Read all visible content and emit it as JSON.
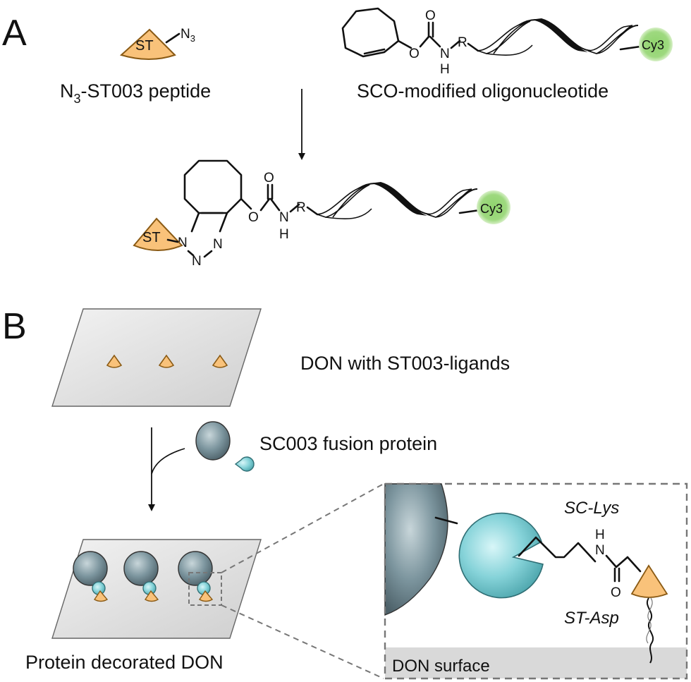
{
  "panel_a": {
    "letter": "A",
    "st_label": "ST",
    "azide": "N",
    "azide_sub": "3",
    "peptide_pre": "N",
    "peptide_sub": "3",
    "peptide_post": "-ST003 peptide",
    "oligo_caption": "SCO-modified oligonucleotide",
    "atom_o": "O",
    "atom_n": "N",
    "atom_h": "H",
    "atom_r": "R",
    "cy3": "Cy3"
  },
  "panel_b": {
    "letter": "B",
    "don_ligands": "DON with ST003-ligands",
    "fusion_protein": "SC003 fusion protein",
    "decorated": "Protein decorated DON",
    "sc_lys": "SC-Lys",
    "st_asp": "ST-Asp",
    "don_surface": "DON surface",
    "atom_n": "N",
    "atom_h": "H",
    "atom_o": "O"
  },
  "colors": {
    "peptide": "#f9c27a",
    "peptide_stroke": "#8a5a14",
    "dye": "#8fd36d",
    "protein": "#6e8791",
    "catcher": "#7fd0d6",
    "surface": "#d9d9d9",
    "inset_border": "#777777"
  }
}
